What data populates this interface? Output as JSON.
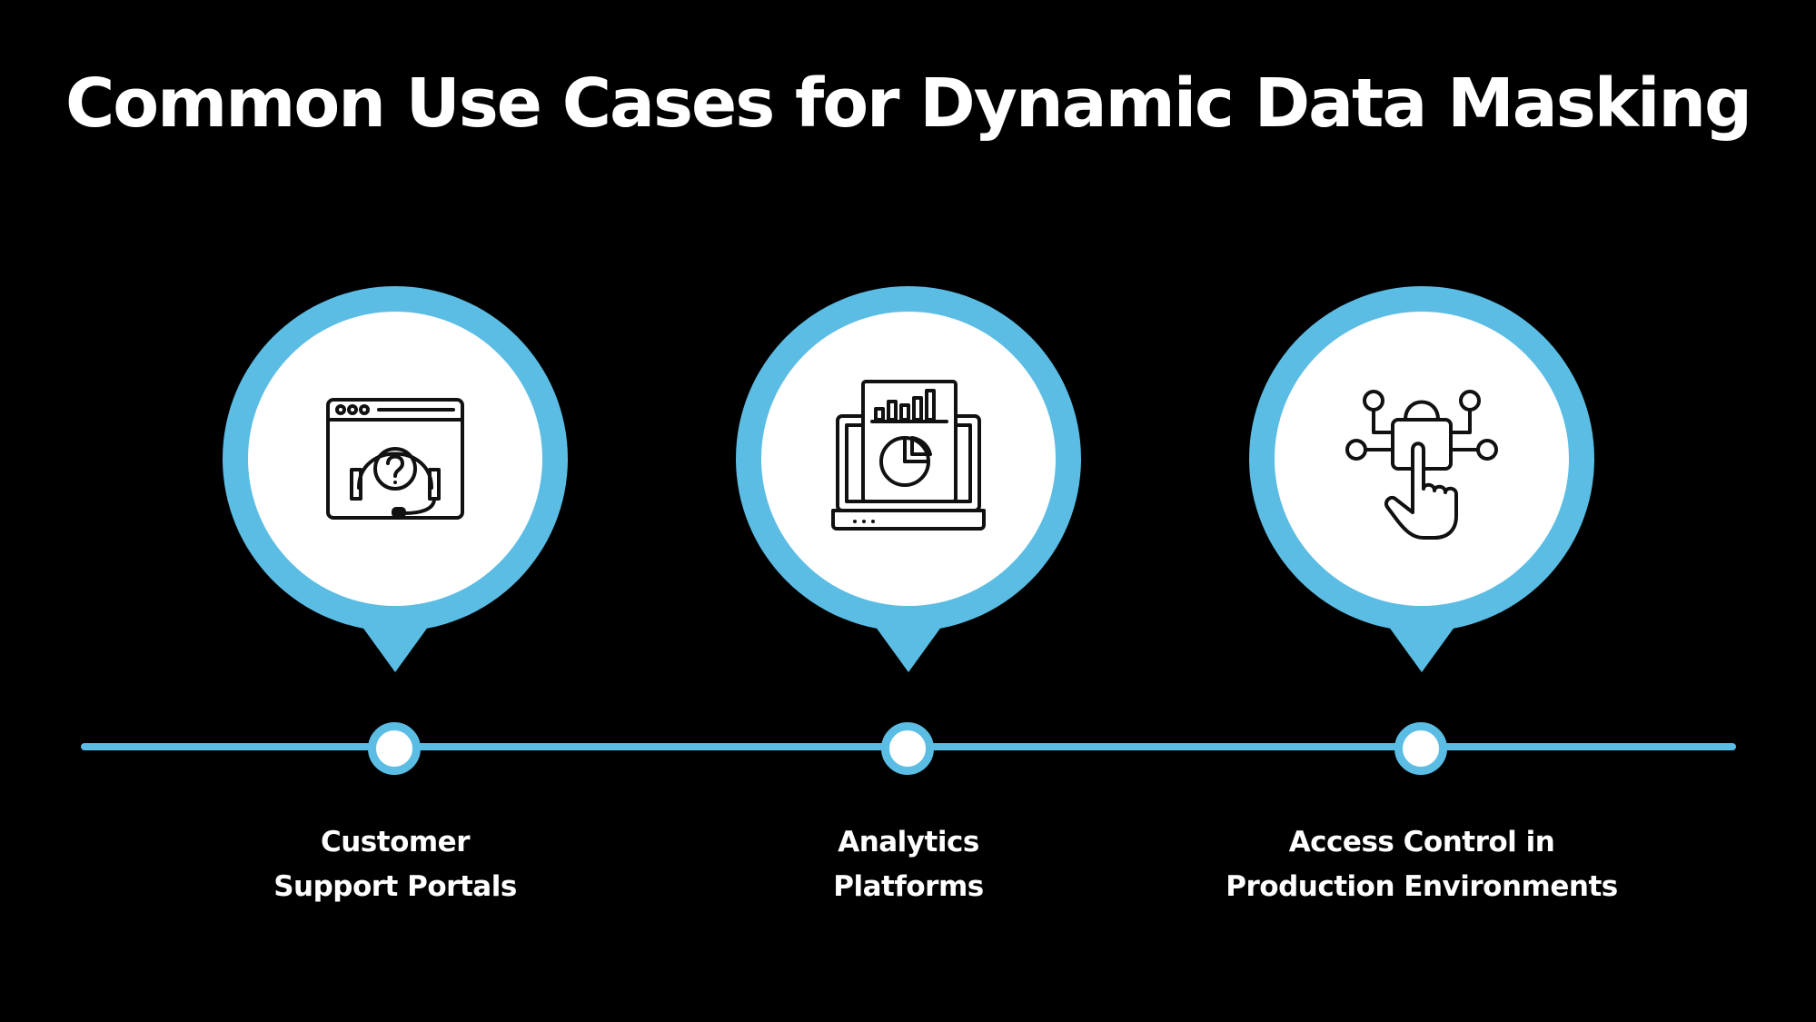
{
  "title": "Common Use Cases for Dynamic Data Masking",
  "colors": {
    "background": "#000000",
    "accent": "#5bbde4",
    "text": "#ffffff",
    "icon_stroke": "#111111"
  },
  "use_cases": [
    {
      "label_line1": "Customer",
      "label_line2": "Support Portals",
      "icon": "customer-support-icon"
    },
    {
      "label_line1": "Analytics",
      "label_line2": "Platforms",
      "icon": "analytics-dashboard-icon"
    },
    {
      "label_line1": "Access Control in",
      "label_line2": "Production Environments",
      "icon": "access-control-icon"
    }
  ]
}
